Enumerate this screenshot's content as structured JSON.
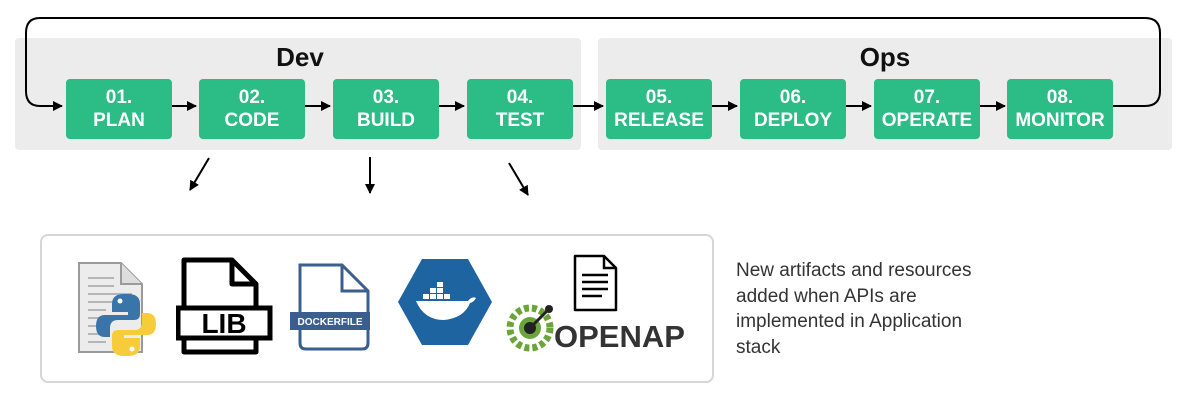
{
  "phases": {
    "dev": {
      "title": "Dev"
    },
    "ops": {
      "title": "Ops"
    }
  },
  "stages": [
    {
      "number": "01.",
      "name": "PLAN"
    },
    {
      "number": "02.",
      "name": "CODE"
    },
    {
      "number": "03.",
      "name": "BUILD"
    },
    {
      "number": "04.",
      "name": "TEST"
    },
    {
      "number": "05.",
      "name": "RELEASE"
    },
    {
      "number": "06.",
      "name": "DEPLOY"
    },
    {
      "number": "07.",
      "name": "OPERATE"
    },
    {
      "number": "08.",
      "name": "MONITOR"
    }
  ],
  "artifacts": {
    "lib_label": "LIB",
    "dockerfile_label": "DOCKERFILE",
    "openapi_label": "OPENAPI"
  },
  "note": "New artifacts and resources\nadded when APIs are\nimplemented in Application\nstack",
  "colors": {
    "stage_green": "#2cbc85",
    "panel_gray": "#ececec",
    "docker_blue": "#1e64a0",
    "dockerfile_blue": "#3a5f8e",
    "openapi_green": "#6ba539"
  },
  "icons": [
    "python-file-icon",
    "lib-file-icon",
    "dockerfile-icon",
    "docker-icon",
    "openapi-logo"
  ]
}
